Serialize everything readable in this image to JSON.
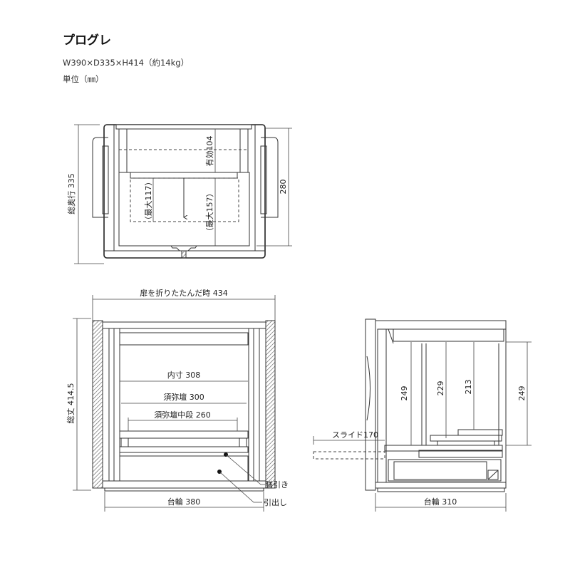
{
  "header": {
    "title": "プログレ",
    "spec": "W390×D335×H414（約14kg）",
    "unit": "単位（㎜）"
  },
  "top_view": {
    "total_depth": "総奥行 335",
    "depth_280": "280",
    "effective": "有効104",
    "max117": "（最大117）",
    "max157": "（最大157）"
  },
  "front_view": {
    "folded_width": "扉を折りたたんだ時 434",
    "total_height": "総丈 414.5",
    "inner": "内寸 308",
    "shumidan": "須弥壇 300",
    "shumidan_mid": "須弥壇中段 260",
    "base": "台輪 380",
    "zenbiki": "膳引き",
    "drawer": "引出し"
  },
  "side_view": {
    "slide": "スライド170",
    "h249a": "249",
    "h229": "229",
    "h213": "213",
    "h249b": "249",
    "base": "台輪 310"
  }
}
